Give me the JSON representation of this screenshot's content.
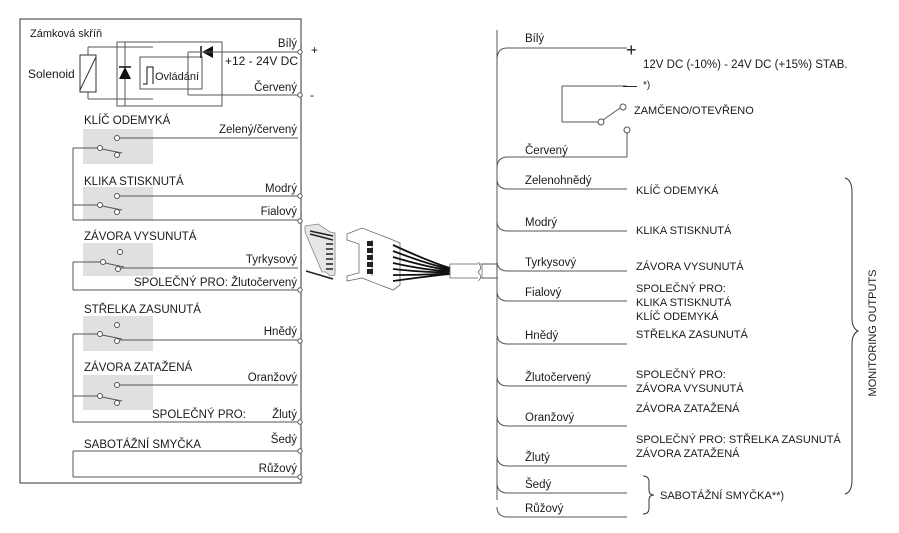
{
  "left_box": {
    "title": "Zámková skříň",
    "solenoid_label": "Solenoid",
    "control_label": "Ovládání",
    "supply_label": "+12 - 24V DC",
    "plus_sign": "+",
    "minus_sign": "-",
    "wires": {
      "white": "Bílý",
      "red": "Červený",
      "green_red": "Zelený/červený",
      "blue": "Modrý",
      "violet": "Fialový",
      "turquoise": "Tyrkysový",
      "common_yellow_red": "SPOLEČNÝ PRO: Žlutočervený",
      "brown": "Hnědý",
      "orange": "Oranžový",
      "common_prefix": "SPOLEČNÝ PRO:",
      "yellow": "Žlutý",
      "grey": "Šedý",
      "pink": "Růžový"
    },
    "switches": {
      "key_unlock": "KLÍČ ODEMYKÁ",
      "handle_pressed": "KLIKA STISKNUTÁ",
      "bolt_extended": "ZÁVORA VYSUNUTÁ",
      "latch_retracted": "STŘELKA ZASUNUTÁ",
      "bolt_loaded": "ZÁVORA ZATAŽENÁ",
      "tamper_loop": "SABOTÁŽNÍ SMYČKA"
    }
  },
  "right_side": {
    "power": {
      "white": "Bílý",
      "red": "Červený",
      "plus": "+",
      "minus": "—",
      "supply_spec": "12V DC (-10%) - 24V DC (+15%) STAB.",
      "footnote1": "*)",
      "status_switch": "ZAMČENO/OTEVŘENO"
    },
    "outputs": [
      {
        "wire": "Zelenohnědý",
        "desc": [
          "KLÍČ ODEMYKÁ"
        ]
      },
      {
        "wire": "Modrý",
        "desc": [
          "KLIKA STISKNUTÁ"
        ]
      },
      {
        "wire": "Tyrkysový",
        "desc": [
          "ZÁVORA VYSUNUTÁ"
        ]
      },
      {
        "wire": "Fialový",
        "desc": [
          "SPOLEČNÝ PRO:",
          "KLIKA STISKNUTÁ",
          "KLÍČ ODEMYKÁ"
        ]
      },
      {
        "wire": "Hnědý",
        "desc": [
          "STŘELKA ZASUNUTÁ"
        ]
      },
      {
        "wire": "Žlutočervený",
        "desc": [
          "SPOLEČNÝ PRO:",
          "ZÁVORA VYSUNUTÁ"
        ]
      },
      {
        "wire": "Oranžový",
        "desc": [
          "ZÁVORA ZATAŽENÁ"
        ]
      },
      {
        "wire": "Žlutý",
        "desc": [
          "SPOLEČNÝ PRO: STŘELKA ZASUNUTÁ",
          "ZÁVORA ZATAŽENÁ"
        ]
      },
      {
        "wire": "Šedý",
        "desc": []
      },
      {
        "wire": "Růžový",
        "desc": []
      }
    ],
    "tamper_label": "SABOTÁŽNÍ SMYČKA**)",
    "monitoring_label": "MONITORING OUTPUTS"
  }
}
